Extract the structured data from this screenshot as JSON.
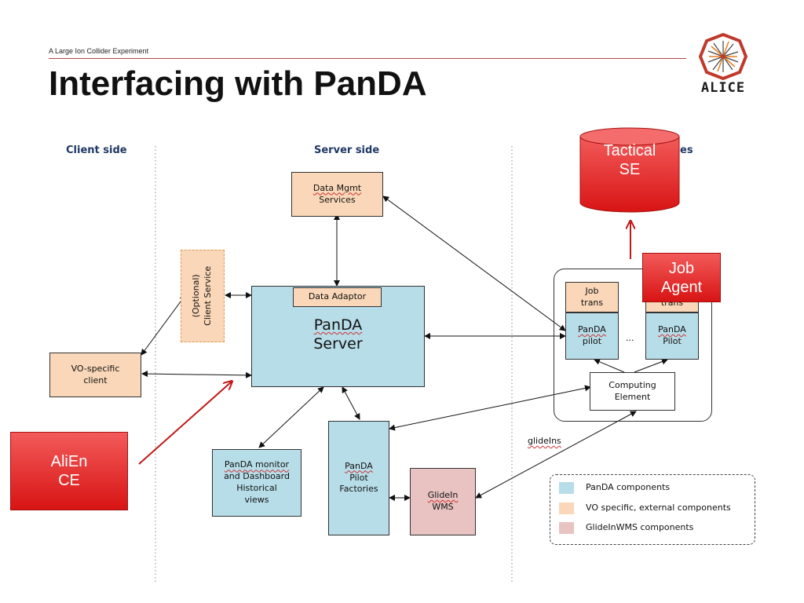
{
  "slide": {
    "subtitle": "A Large Ion Collider Experiment",
    "title": "Interfacing with PanDA",
    "logo_text": "ALICE"
  },
  "sections": {
    "client": "Client side",
    "server": "Server side",
    "sites_suffix": "es"
  },
  "boxes": {
    "data_mgmt_line1": "Data Mgmt",
    "data_mgmt_line2": "Services",
    "client_service_line1": "(Optional)",
    "client_service_line2": "Client Service",
    "data_adaptor": "Data Adaptor",
    "panda_server_line1": "PanDA",
    "panda_server_line2": "Server",
    "vo_client_line1": "VO-specific",
    "vo_client_line2": "client",
    "job_trans1_line1": "Job",
    "job_trans1_line2": "trans",
    "job_trans2_line2": "trans",
    "pilot1_line1": "PanDA",
    "pilot1_line2": "pilot",
    "pilot2_line1": "PanDA",
    "pilot2_line2": "Pilot",
    "ellipsis": "...",
    "computing_line1": "Computing",
    "computing_line2": "Element",
    "monitor_line1": "PanDA monitor",
    "monitor_line2": "and Dashboard",
    "monitor_line3": "Historical",
    "monitor_line4": "views",
    "factories_line1": "PanDA",
    "factories_line2": "Pilot",
    "factories_line3": "Factories",
    "gwms_line1": "GlideIn",
    "gwms_line2": "WMS",
    "glideins": "glideIns"
  },
  "overlays": {
    "tactical_line1": "Tactical",
    "tactical_line2": "SE",
    "job_agent_line1": "Job",
    "job_agent_line2": "Agent",
    "alien_line1": "AliEn",
    "alien_line2": "CE"
  },
  "legend": {
    "items": [
      {
        "label": "PanDA components",
        "color": "#b7dde8"
      },
      {
        "label": "VO specific, external components",
        "color": "#fad7b8"
      },
      {
        "label": "GlideInWMS components",
        "color": "#e9c2c2"
      }
    ]
  },
  "colors": {
    "accent_red": "#d81414",
    "heading_blue": "#1f3864"
  }
}
